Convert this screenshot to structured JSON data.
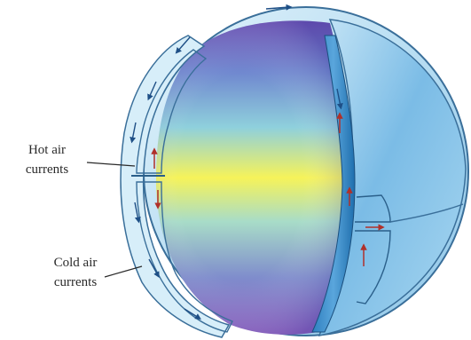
{
  "labels": {
    "hot_line1": "Hot air",
    "hot_line2": "currents",
    "cold_line1": "Cold air",
    "cold_line2": "currents"
  },
  "colors": {
    "ice_blue": "#c7e6f5",
    "sky_blue": "#5aa6dc",
    "deep_blue": "#1f6fae",
    "yellow_equator": "#f4f148",
    "violet_pole": "#7a52b8",
    "arrow_red": "#b0302a",
    "outline": "#3a6f9a"
  },
  "icons": [
    "hot-air-arrow",
    "cold-air-arrow"
  ]
}
